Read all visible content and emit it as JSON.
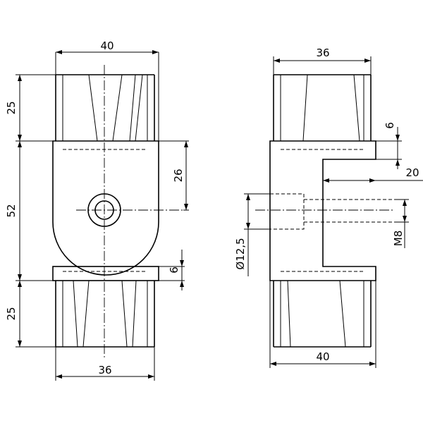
{
  "front_view": {
    "dim_top_width": "40",
    "dim_upper_height": "25",
    "dim_body_height": "52",
    "dim_lower_height": "25",
    "dim_hole_offset": "26",
    "dim_plate": "6",
    "dim_bottom_width": "36"
  },
  "side_view": {
    "dim_top_width": "36",
    "dim_step": "6",
    "dim_slot_depth": "20",
    "dim_hole_diameter": "Ø12,5",
    "dim_thread": "M8",
    "dim_bottom_width": "40"
  }
}
